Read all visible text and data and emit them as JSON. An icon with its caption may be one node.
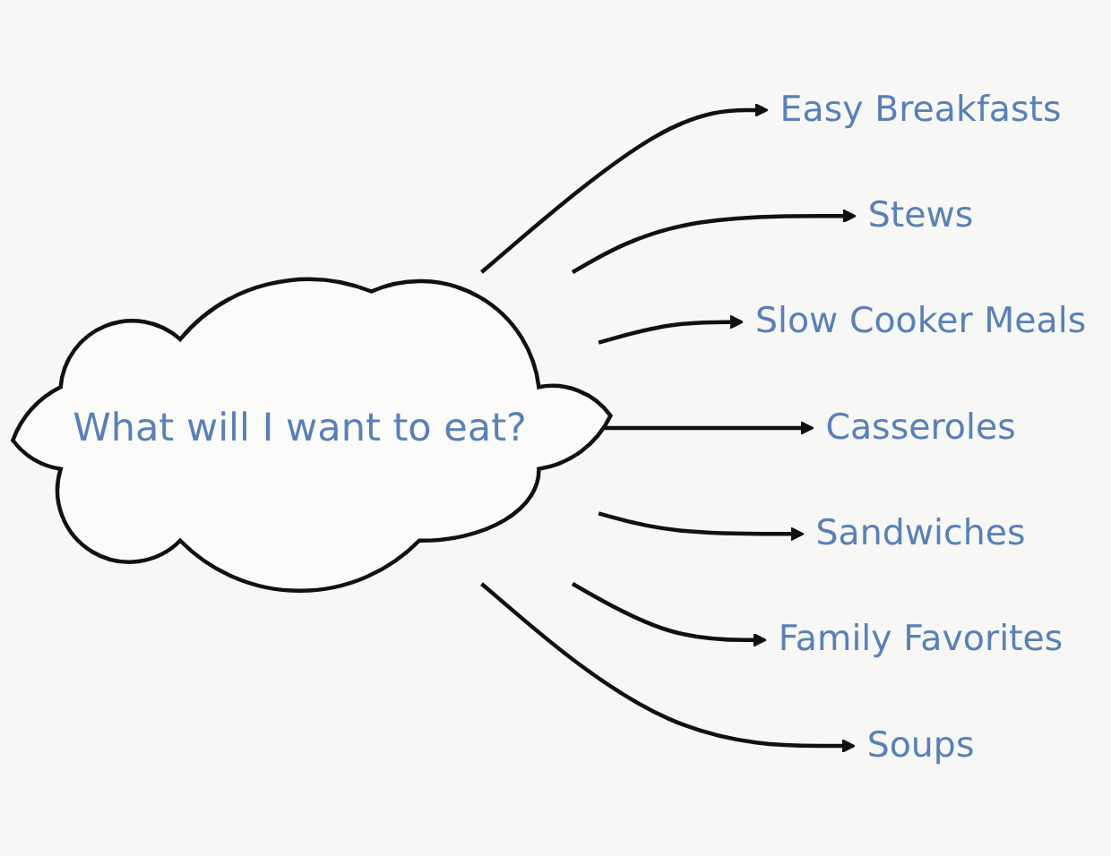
{
  "diagram": {
    "nodes": [
      {
        "text": [
          "Easy Breakfasts"
        ]
      },
      {
        "text": [
          "Stews"
        ]
      },
      {
        "text": [
          "Slow Cooker Meals"
        ]
      },
      {
        "text": [
          "What will I want to eat?"
        ]
      },
      {
        "text": [
          "Soups"
        ]
      },
      {
        "text": [
          "Casseroles"
        ]
      },
      {
        "text": [
          "Family Favorites"
        ]
      },
      {
        "text": [
          "Sandwiches"
        ]
      }
    ],
    "edges": [
      {
        "from": 3,
        "to": 0,
        "arrow": "to"
      },
      {
        "from": 3,
        "to": 1,
        "arrow": "to"
      },
      {
        "from": 3,
        "to": 2,
        "arrow": "to"
      },
      {
        "from": 3,
        "to": 5,
        "arrow": "to"
      },
      {
        "from": 3,
        "to": 7,
        "arrow": "to"
      },
      {
        "from": 3,
        "to": 6,
        "arrow": "to"
      },
      {
        "from": 3,
        "to": 4,
        "arrow": "to"
      }
    ]
  }
}
